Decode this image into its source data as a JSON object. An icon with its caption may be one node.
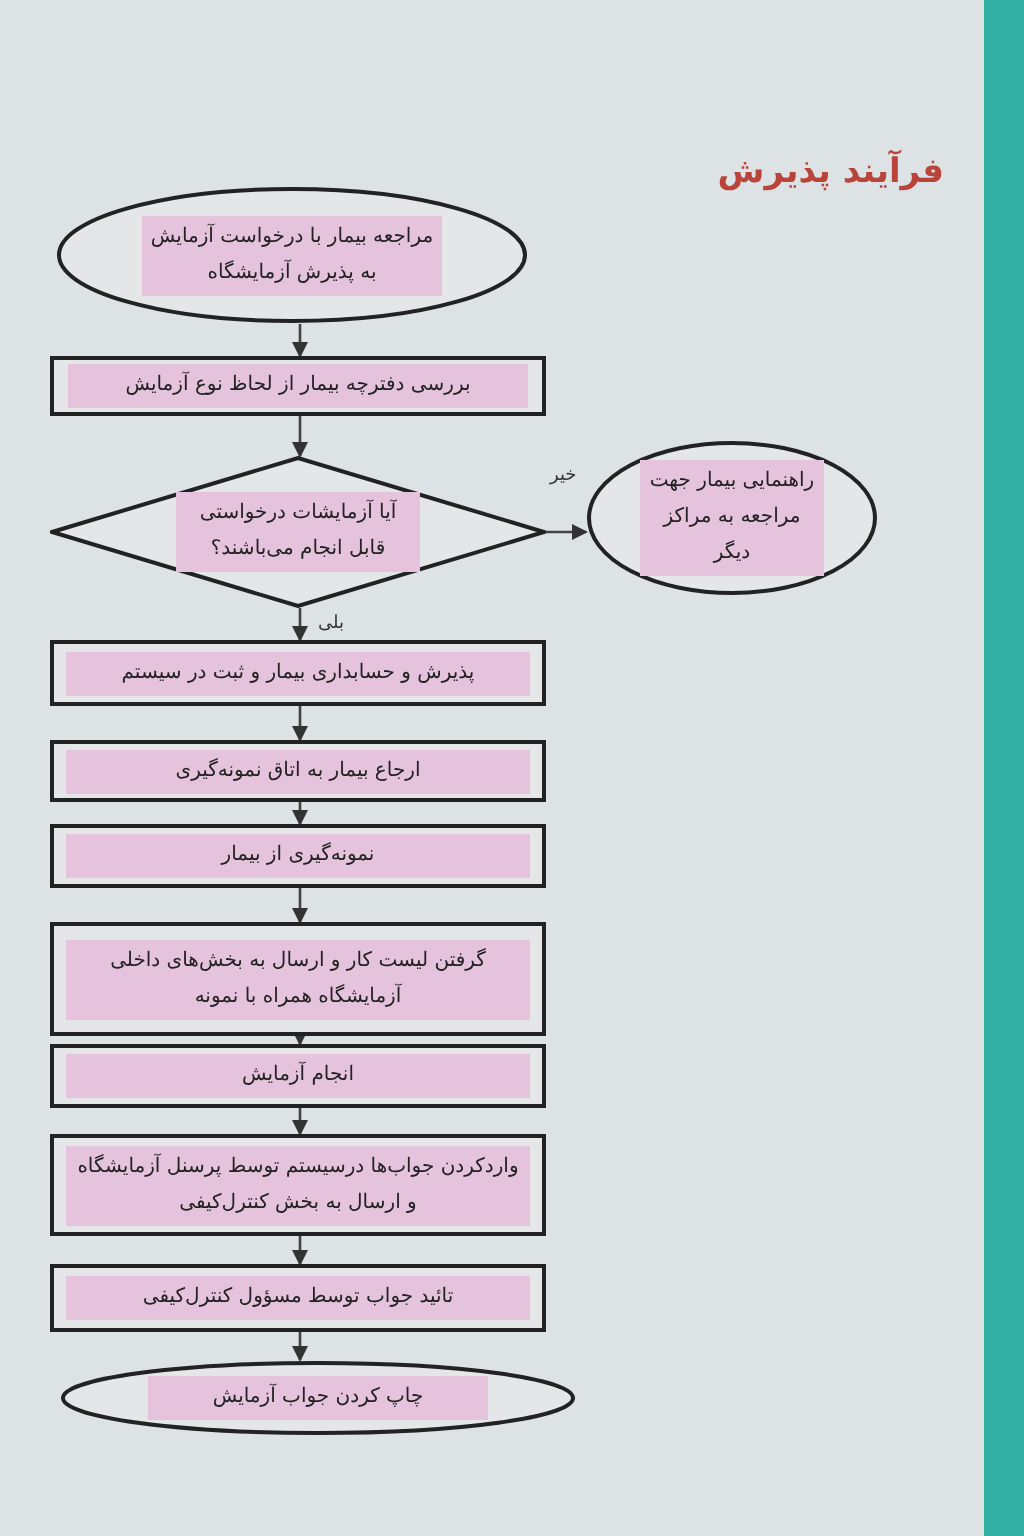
{
  "diagram": {
    "title": "فرآیند پذیرش",
    "nodes": [
      {
        "text": [
          "مراجعه بیمار با درخواست آزمایش به پذیرش آزمایشگاه"
        ]
      },
      {
        "text": [
          "بررسی دفترچه بیمار از لحاظ نوع آزمایش"
        ]
      },
      {
        "text": [
          "آیا آزمایشات درخواستی قابل انجام می‌باشند؟"
        ]
      },
      {
        "text": [
          "راهنمایی بیمار جهت مراجعه به مراکز دیگر"
        ]
      },
      {
        "text": [
          "پذیرش و حسابداری بیمار و ثبت در سیستم"
        ]
      },
      {
        "text": [
          "ارجاع بیمار به اتاق نمونه‌گیری"
        ]
      },
      {
        "text": [
          "نمونه‌گیری از بیمار"
        ]
      },
      {
        "text": [
          "گرفتن لیست کار و ارسال به بخش‌های داخلی آزمایشگاه همراه با نمونه"
        ]
      },
      {
        "text": [
          "انجام آزمایش"
        ]
      },
      {
        "text": [
          "واردکردن جواب‌ها درسیستم توسط پرسنل آزمایشگاه و ارسال به بخش کنترل‌کیفی"
        ]
      },
      {
        "text": [
          "تائید جواب توسط مسؤول کنترل‌کیفی"
        ]
      },
      {
        "text": [
          "چاپ کردن جواب آزمایش"
        ]
      }
    ],
    "edges": [
      {
        "from": 0,
        "to": 1,
        "arrow": "to"
      },
      {
        "from": 1,
        "to": 2,
        "arrow": "to"
      },
      {
        "from": 2,
        "to": 3,
        "arrow": "to",
        "label": "خیر"
      },
      {
        "from": 2,
        "to": 4,
        "arrow": "to",
        "label": "بلی"
      },
      {
        "from": 4,
        "to": 5,
        "arrow": "to"
      },
      {
        "from": 5,
        "to": 6,
        "arrow": "to"
      },
      {
        "from": 6,
        "to": 7,
        "arrow": "to"
      },
      {
        "from": 7,
        "to": 8,
        "arrow": "to"
      },
      {
        "from": 8,
        "to": 9,
        "arrow": "to"
      },
      {
        "from": 9,
        "to": 10,
        "arrow": "to"
      },
      {
        "from": 10,
        "to": 11,
        "arrow": "to"
      }
    ]
  }
}
